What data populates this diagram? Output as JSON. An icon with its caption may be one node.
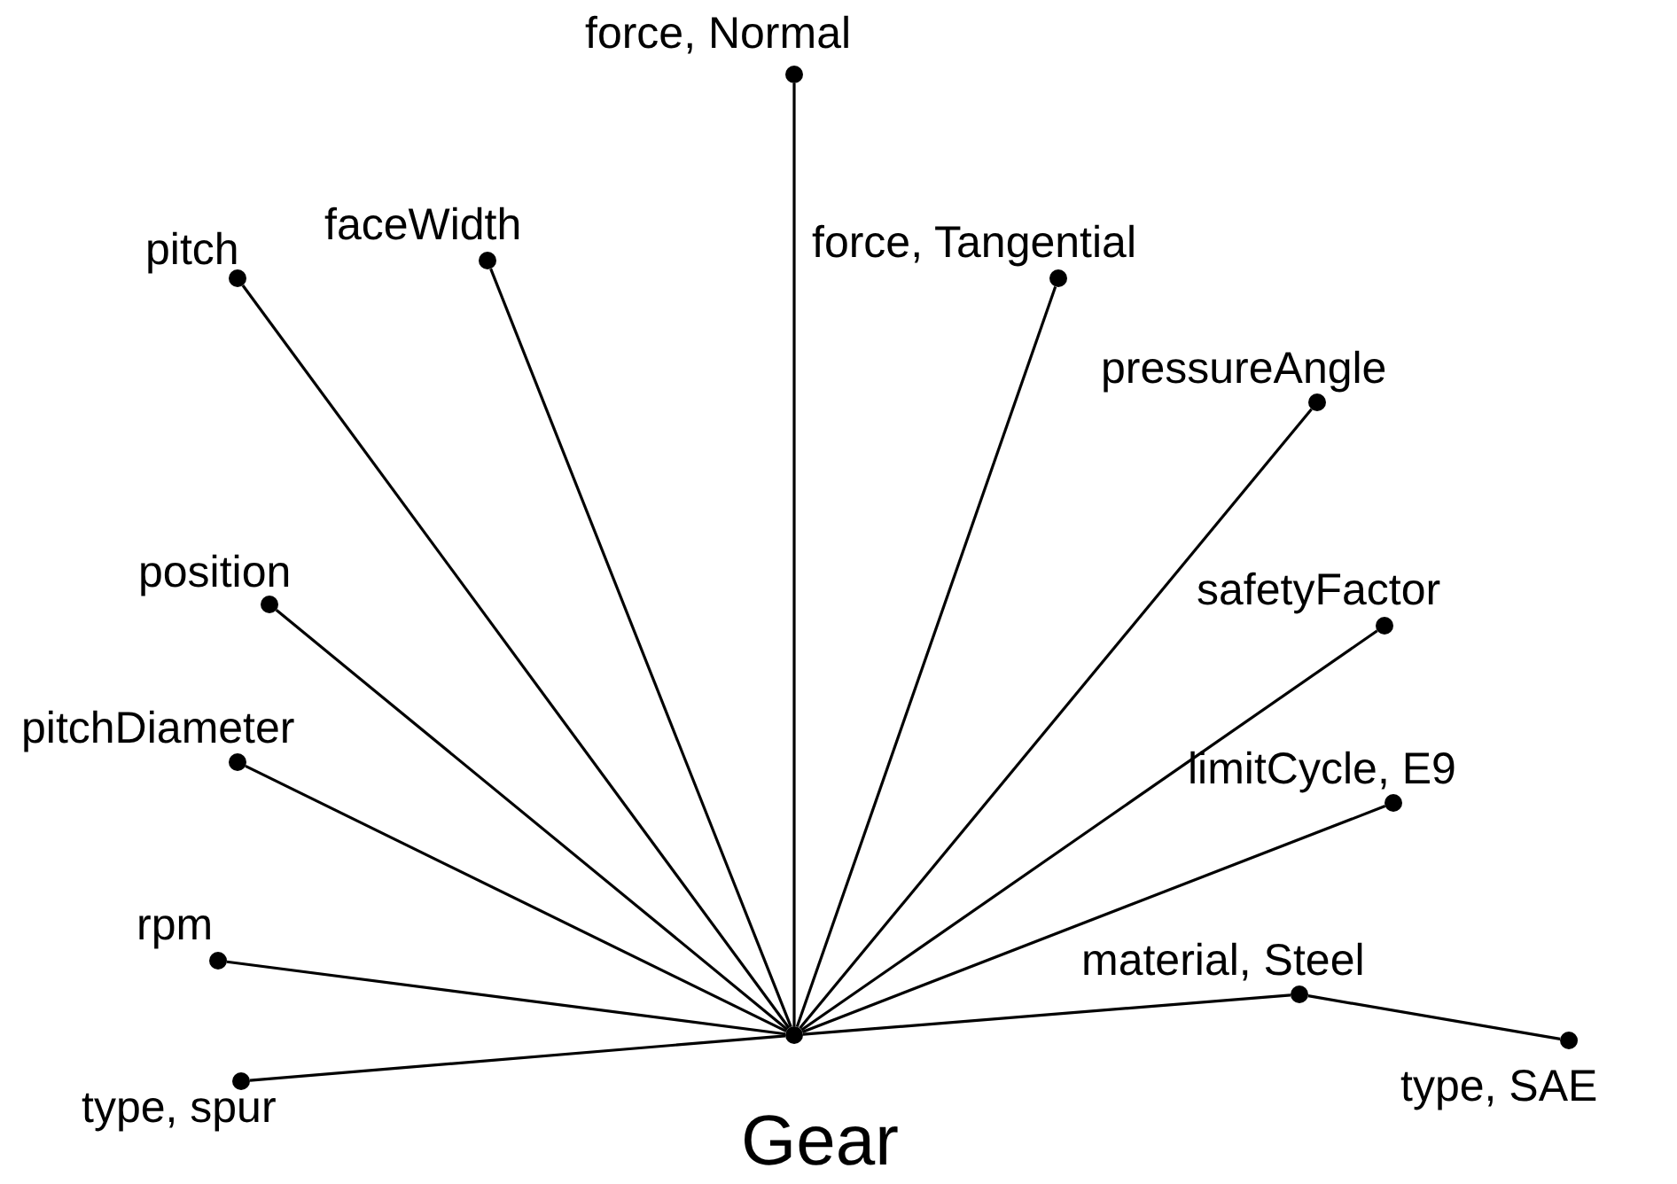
{
  "diagram": {
    "nodes": [
      {
        "text": [
          "Gear"
        ]
      },
      {
        "text": [
          "force, Normal"
        ]
      },
      {
        "text": [
          "pitch"
        ]
      },
      {
        "text": [
          "faceWidth"
        ]
      },
      {
        "text": [
          "force, Tangential"
        ]
      },
      {
        "text": [
          "pressureAngle"
        ]
      },
      {
        "text": [
          "position"
        ]
      },
      {
        "text": [
          "safetyFactor"
        ]
      },
      {
        "text": [
          "pitchDiameter"
        ]
      },
      {
        "text": [
          "limitCycle, E9"
        ]
      },
      {
        "text": [
          "rpm"
        ]
      },
      {
        "text": [
          "material, Steel"
        ]
      },
      {
        "text": [
          "type, spur"
        ]
      },
      {
        "text": [
          "type, SAE"
        ]
      }
    ],
    "edges": [
      {
        "from": 0,
        "to": 1,
        "arrow": "none"
      },
      {
        "from": 0,
        "to": 2,
        "arrow": "none"
      },
      {
        "from": 0,
        "to": 3,
        "arrow": "none"
      },
      {
        "from": 0,
        "to": 4,
        "arrow": "none"
      },
      {
        "from": 0,
        "to": 5,
        "arrow": "none"
      },
      {
        "from": 0,
        "to": 6,
        "arrow": "none"
      },
      {
        "from": 0,
        "to": 7,
        "arrow": "none"
      },
      {
        "from": 0,
        "to": 8,
        "arrow": "none"
      },
      {
        "from": 0,
        "to": 9,
        "arrow": "none"
      },
      {
        "from": 0,
        "to": 10,
        "arrow": "none"
      },
      {
        "from": 0,
        "to": 11,
        "arrow": "none"
      },
      {
        "from": 0,
        "to": 12,
        "arrow": "none"
      },
      {
        "from": 11,
        "to": 13,
        "arrow": "none"
      }
    ]
  }
}
